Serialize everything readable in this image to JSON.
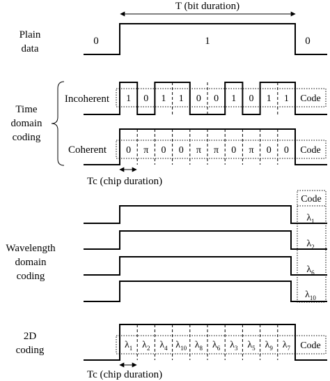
{
  "plain_data": {
    "label_line1": "Plain",
    "label_line2": "data",
    "bit_before": "0",
    "bit": "1",
    "bit_after": "0",
    "bit_duration_label": "T (bit duration)"
  },
  "time_domain": {
    "label_line1": "Time",
    "label_line2": "domain",
    "label_line3": "coding",
    "incoherent": {
      "label": "Incoherent",
      "chips": [
        "1",
        "0",
        "1",
        "1",
        "0",
        "0",
        "1",
        "0",
        "1",
        "1"
      ],
      "code_label": "Code"
    },
    "coherent": {
      "label": "Coherent",
      "chips": [
        "0",
        "π",
        "0",
        "0",
        "π",
        "π",
        "0",
        "π",
        "0",
        "0"
      ],
      "code_label": "Code"
    },
    "chip_duration_label": "Tc (chip duration)"
  },
  "wavelength_domain": {
    "label_line1": "Wavelength",
    "label_line2": "domain",
    "label_line3": "coding",
    "code_label": "Code",
    "wavelengths": [
      {
        "base": "λ",
        "sub": "1"
      },
      {
        "base": "λ",
        "sub": "2"
      },
      {
        "base": "λ",
        "sub": "6"
      },
      {
        "base": "λ",
        "sub": "10"
      }
    ]
  },
  "two_d": {
    "label_line1": "2D",
    "label_line2": "coding",
    "chips": [
      {
        "base": "λ",
        "sub": "1"
      },
      {
        "base": "λ",
        "sub": "2"
      },
      {
        "base": "λ",
        "sub": "4"
      },
      {
        "base": "λ",
        "sub": "10"
      },
      {
        "base": "λ",
        "sub": "8"
      },
      {
        "base": "λ",
        "sub": "6"
      },
      {
        "base": "λ",
        "sub": "3"
      },
      {
        "base": "λ",
        "sub": "5"
      },
      {
        "base": "λ",
        "sub": "9"
      },
      {
        "base": "λ",
        "sub": "7"
      }
    ],
    "code_label": "Code",
    "chip_duration_label": "Tc (chip duration)"
  }
}
